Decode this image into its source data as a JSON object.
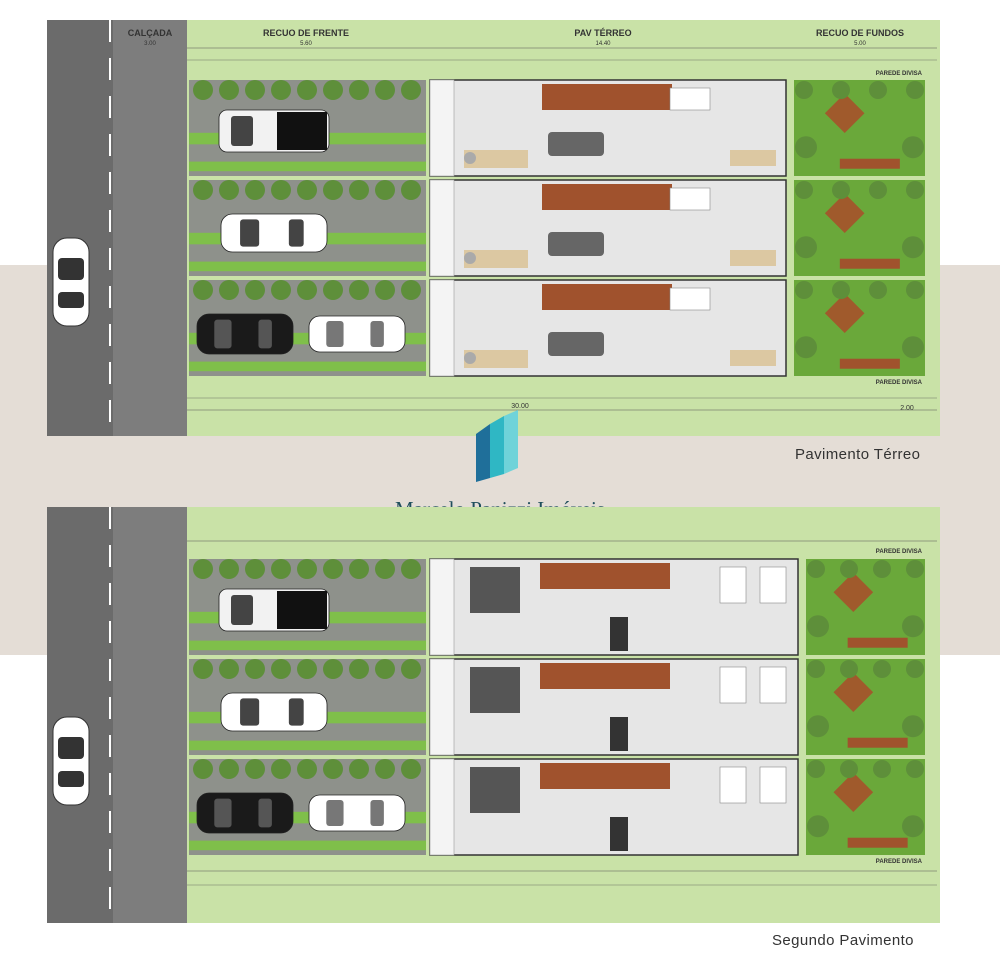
{
  "brand": {
    "name": "Marcelo Panizzi Imóveis",
    "colors": {
      "teal": "#2fb7c4",
      "navy": "#1f4e5c"
    }
  },
  "ground_floor": {
    "caption": "Pavimento Térreo",
    "headers": {
      "sidewalk": "CALÇADA",
      "sidewalk_value": "3.00",
      "front_setback": "RECUO DE FRENTE",
      "front_setback_value": "5.60",
      "ground_floor": "PAV TÉRREO",
      "ground_floor_value": "14.40",
      "rear_setback": "RECUO DE FUNDOS",
      "rear_setback_value": "5.00"
    },
    "wall_label": "PAREDE DIVISA",
    "total_length": "30.00",
    "rear_dimension": "2.00"
  },
  "upper_floor": {
    "caption": "Segundo Pavimento",
    "wall_label": "PAREDE DIVISA"
  },
  "colors": {
    "road": "#6b6b6b",
    "sidewalk": "#7d7d7d",
    "lawn": "#c9e2a7",
    "grass_dark": "#5e8f3a",
    "gravel": "#8e918b",
    "deck": "#a0522d",
    "floor": "#e6e6e6"
  }
}
